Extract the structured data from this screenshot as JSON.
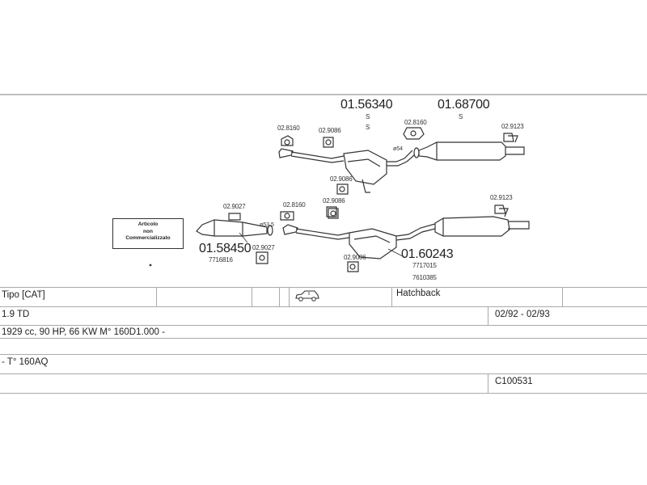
{
  "diagram": {
    "parts": {
      "rear_silencer_a": "01.56340",
      "rear_silencer_a_marker": "S",
      "rear_silencer_a_marker2": "S",
      "rear_silencer_b": "01.68700",
      "rear_silencer_b_marker": "S",
      "front_pipe": "01.58450",
      "front_pipe_oe": "7716816",
      "middle_silencer": "01.60243",
      "middle_silencer_oe1": "7717015",
      "middle_silencer_oe2": "7610385"
    },
    "accessories": {
      "a1": "02.8160",
      "a2": "02.9086",
      "a3": "02.8160",
      "a4": "02.9123",
      "a5": "02.9086",
      "a6": "02.9086",
      "a7": "02.9027",
      "a8": "02.8160",
      "a9": "02.9123",
      "a10": "02.9027",
      "a11": "02.9086"
    },
    "diameters": {
      "d1": "ø54",
      "d2": "ø53.5"
    },
    "note": {
      "line1": "Articolo",
      "line2": "non",
      "line3": "Commercializzato"
    }
  },
  "vehicle": {
    "model": "Tipo  [CAT]",
    "body": "Hatchback",
    "engine": "1.9 TD",
    "period": "02/92 - 02/93",
    "specs": "1929 cc, 90 HP, 66 KW M° 160D1.000 -",
    "gearbox": "- T° 160AQ",
    "code": "C100531"
  },
  "colors": {
    "line": "#333333",
    "grid": "#aaaaaa"
  },
  "icons": {
    "body_type": "hatchback-car-icon"
  }
}
